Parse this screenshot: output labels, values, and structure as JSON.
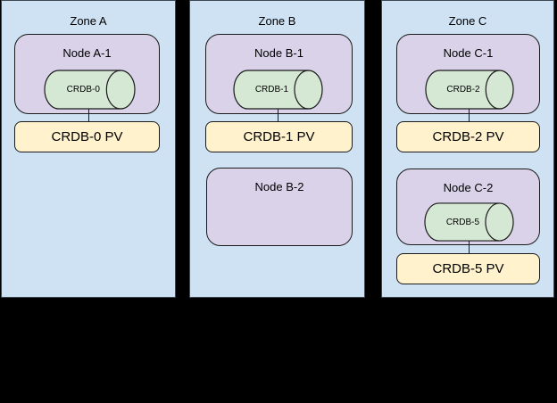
{
  "diagram": {
    "title_note": "CockroachDB zones / nodes / persistent volumes topology",
    "colors": {
      "background": "#000000",
      "zone-fill": "#cfe2f3",
      "zone-border": "#3e4650",
      "node-fill": "#d9d2e9",
      "cylinder-fill": "#d5e8d4",
      "pv-fill": "#fff2cc",
      "shape-border": "#1a1a1a",
      "text": "#000000"
    },
    "zones": [
      {
        "title": "Zone A",
        "nodes": [
          {
            "label": "Node A-1",
            "database": "CRDB-0"
          }
        ],
        "pvs": [
          "CRDB-0 PV"
        ]
      },
      {
        "title": "Zone B",
        "nodes": [
          {
            "label": "Node B-1",
            "database": "CRDB-1"
          },
          {
            "label": "Node B-2"
          }
        ],
        "pvs": [
          "CRDB-1 PV"
        ]
      },
      {
        "title": "Zone C",
        "nodes": [
          {
            "label": "Node C-1",
            "database": "CRDB-2"
          },
          {
            "label": "Node C-2",
            "database": "CRDB-5"
          }
        ],
        "pvs": [
          "CRDB-2 PV",
          "CRDB-5 PV"
        ]
      }
    ]
  }
}
